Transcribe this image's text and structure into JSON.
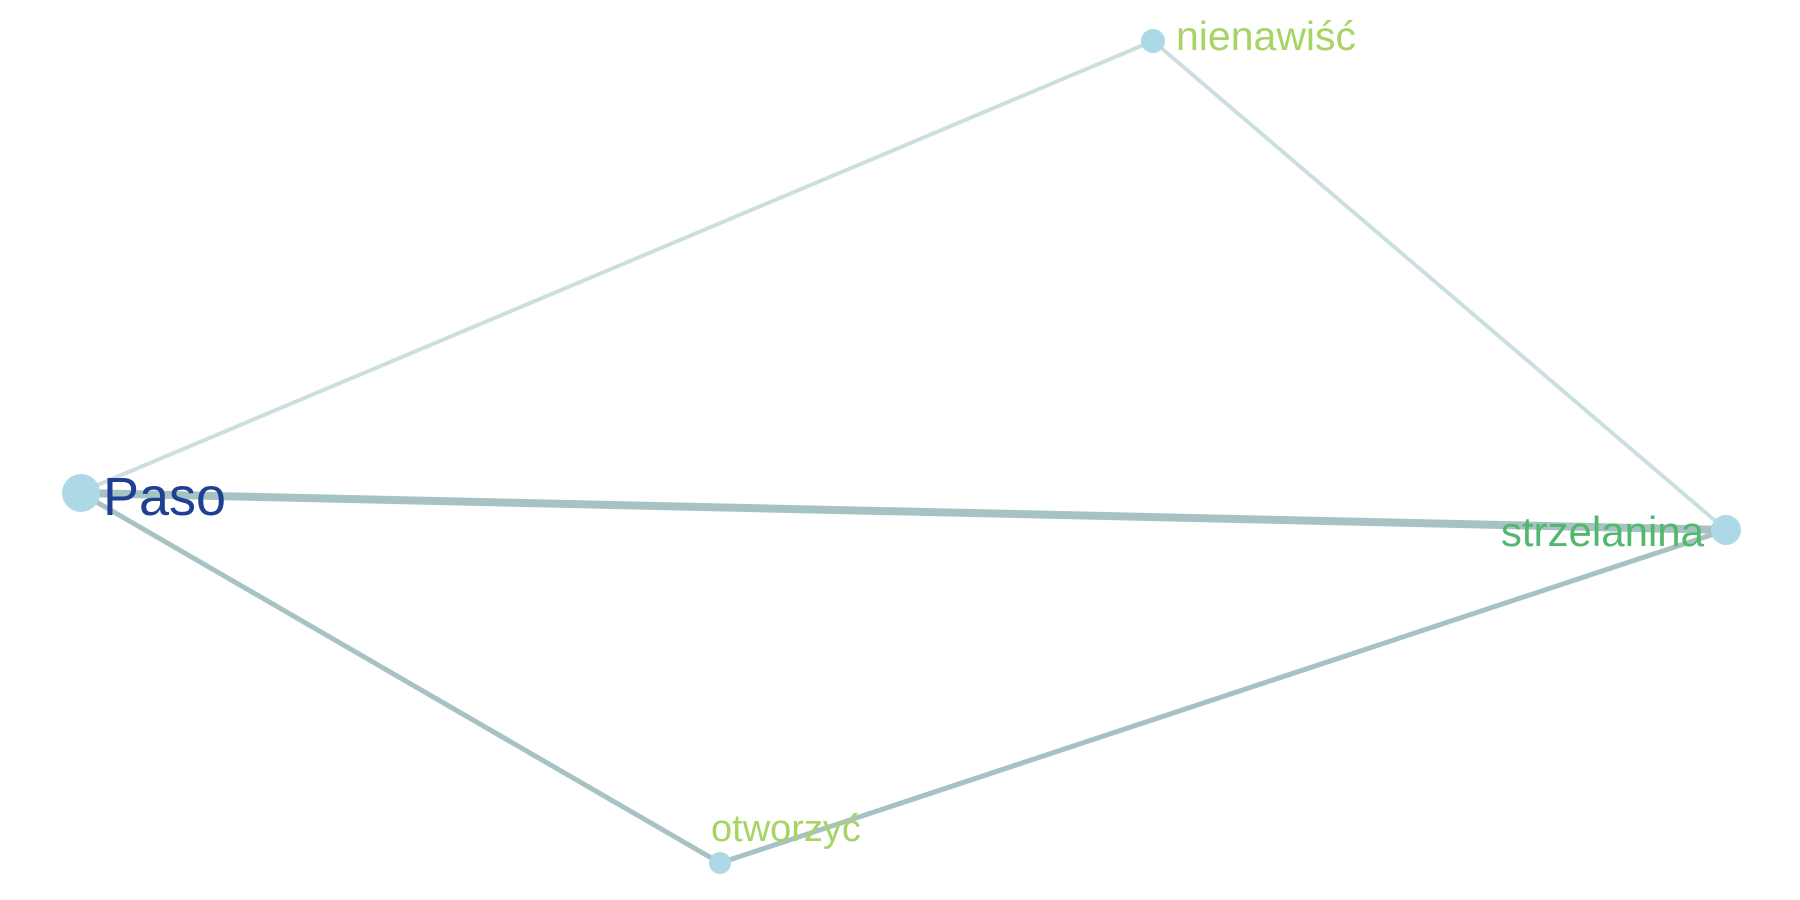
{
  "graph": {
    "nodes": [
      {
        "id": "paso",
        "label": "Paso",
        "color": "#ADD8E6",
        "label_color": "#1F3F93"
      },
      {
        "id": "nienawisc",
        "label": "nienawiść",
        "color": "#ADD8E6",
        "label_color": "#A8D465"
      },
      {
        "id": "strzelanina",
        "label": "strzelanina",
        "color": "#ADD8E6",
        "label_color": "#52B86E"
      },
      {
        "id": "otworzyc",
        "label": "otworzyć",
        "color": "#ADD8E6",
        "label_color": "#A8D465"
      }
    ],
    "edges": [
      {
        "source": "paso",
        "target": "nienawisc",
        "color": "#CBDFE0"
      },
      {
        "source": "nienawisc",
        "target": "strzelanina",
        "color": "#CBDFE0"
      },
      {
        "source": "paso",
        "target": "strzelanina",
        "color": "#A6C2C3"
      },
      {
        "source": "paso",
        "target": "otworzyc",
        "color": "#A6C2C3"
      },
      {
        "source": "otworzyc",
        "target": "strzelanina",
        "color": "#A6C2C3"
      }
    ]
  }
}
